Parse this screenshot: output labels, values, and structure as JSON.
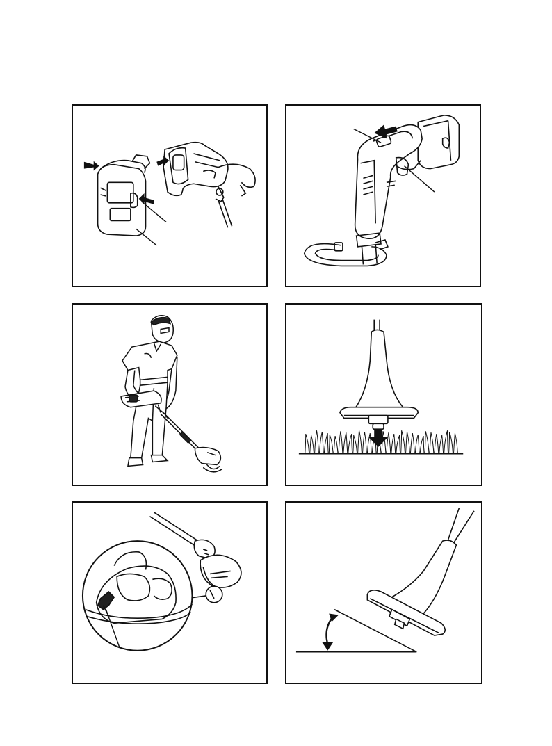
{
  "figures": [
    {
      "depicts": "battery-pack-insertion"
    },
    {
      "depicts": "switch-lock-and-trigger"
    },
    {
      "depicts": "operator-holding-trimmer"
    },
    {
      "depicts": "cutting-grass-height"
    },
    {
      "depicts": "line-cutter-blade-detail"
    },
    {
      "depicts": "trimmer-head-tilt-angle"
    }
  ],
  "colors": {
    "line": "#111111",
    "fill": "#ffffff",
    "dark": "#222222"
  }
}
